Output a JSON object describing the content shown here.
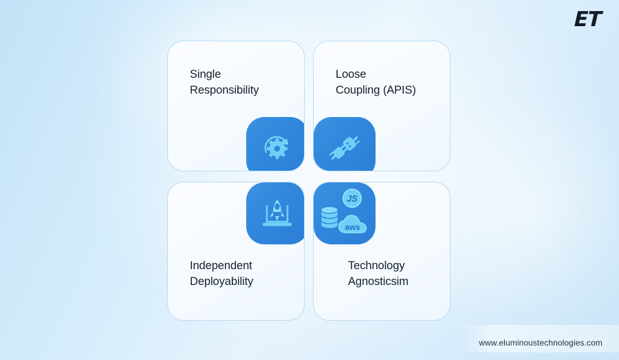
{
  "brand": {
    "logo_text": "ET",
    "logo_name": "eluminous-technologies-logo"
  },
  "footer": {
    "url": "www.eluminoustechnologies.com"
  },
  "colors": {
    "tile_blue": "#2f86db",
    "tile_blue_light": "#3a91e0",
    "icon_cyan": "#6fd0f7",
    "card_bg": "#fbfdff",
    "card_border": "#bcdcf2",
    "text_dark": "#141e2c",
    "background_start": "#c4e3f8",
    "background_end": "#e6f3fc"
  },
  "grid": {
    "cards": [
      {
        "position": "top-left",
        "label": "Single\nResponsibility",
        "icon": "gear-refresh-icon"
      },
      {
        "position": "top-right",
        "label": "Loose\nCoupling (APIS)",
        "icon": "plug-connector-icon"
      },
      {
        "position": "bottom-left",
        "label": "Independent\nDeployability",
        "icon": "rocket-laptop-icon"
      },
      {
        "position": "bottom-right",
        "label": "Technology\nAgnosticsim",
        "icon": "tech-stack-icon",
        "sub_icons": [
          {
            "name": "javascript-badge-icon",
            "label": "JS"
          },
          {
            "name": "database-icon",
            "label": ""
          },
          {
            "name": "aws-cloud-icon",
            "label": "aws"
          }
        ]
      }
    ]
  }
}
